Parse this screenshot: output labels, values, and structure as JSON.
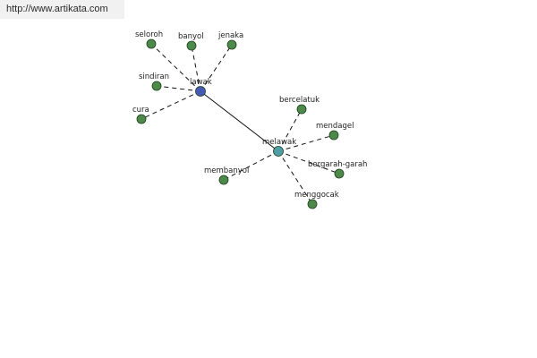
{
  "banner": {
    "url": "http://www.artikata.com"
  },
  "graph": {
    "colors": {
      "hub_primary": "#4659b5",
      "hub_secondary": "#4f9ea6",
      "leaf": "#4d8a4a"
    },
    "nodes": [
      {
        "id": "lawak",
        "label": "lawak",
        "role": "hub_primary"
      },
      {
        "id": "melawak",
        "label": "melawak",
        "role": "hub_secondary"
      },
      {
        "id": "seloroh",
        "label": "seloroh",
        "role": "leaf"
      },
      {
        "id": "banyol",
        "label": "banyol",
        "role": "leaf"
      },
      {
        "id": "jenaka",
        "label": "jenaka",
        "role": "leaf"
      },
      {
        "id": "sindiran",
        "label": "sindiran",
        "role": "leaf"
      },
      {
        "id": "cura",
        "label": "cura",
        "role": "leaf"
      },
      {
        "id": "bercelatuk",
        "label": "bercelatuk",
        "role": "leaf"
      },
      {
        "id": "mendagel",
        "label": "mendagel",
        "role": "leaf"
      },
      {
        "id": "bergarah-garah",
        "label": "bergarah-garah",
        "role": "leaf"
      },
      {
        "id": "menggocak",
        "label": "menggocak",
        "role": "leaf"
      },
      {
        "id": "membanyol",
        "label": "membanyol",
        "role": "leaf"
      }
    ],
    "edges": [
      {
        "from": "lawak",
        "to": "melawak",
        "style": "solid"
      },
      {
        "from": "lawak",
        "to": "seloroh",
        "style": "dashed"
      },
      {
        "from": "lawak",
        "to": "banyol",
        "style": "dashed"
      },
      {
        "from": "lawak",
        "to": "jenaka",
        "style": "dashed"
      },
      {
        "from": "lawak",
        "to": "sindiran",
        "style": "dashed"
      },
      {
        "from": "lawak",
        "to": "cura",
        "style": "dashed"
      },
      {
        "from": "melawak",
        "to": "bercelatuk",
        "style": "dashed"
      },
      {
        "from": "melawak",
        "to": "mendagel",
        "style": "dashed"
      },
      {
        "from": "melawak",
        "to": "bergarah-garah",
        "style": "dashed"
      },
      {
        "from": "melawak",
        "to": "menggocak",
        "style": "dashed"
      },
      {
        "from": "melawak",
        "to": "membanyol",
        "style": "dashed"
      }
    ]
  }
}
